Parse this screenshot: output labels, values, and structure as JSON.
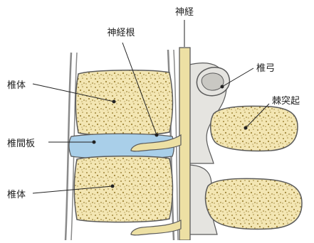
{
  "labels": {
    "nerve": "神経",
    "nerve_root": "神経根",
    "body_top": "椎体",
    "disc": "椎間板",
    "body_bottom": "椎体",
    "arch": "椎弓",
    "spinous": "棘突起"
  },
  "colors": {
    "bone_fill": "#f3e6b3",
    "bone_texture": "#a0863a",
    "nerve_fill": "#ede0a4",
    "disc_fill": "#a9cfe9",
    "outline": "#5a5a5a",
    "lamina_fill": "#e5e4e0",
    "ligament": "#8a8a8a"
  }
}
